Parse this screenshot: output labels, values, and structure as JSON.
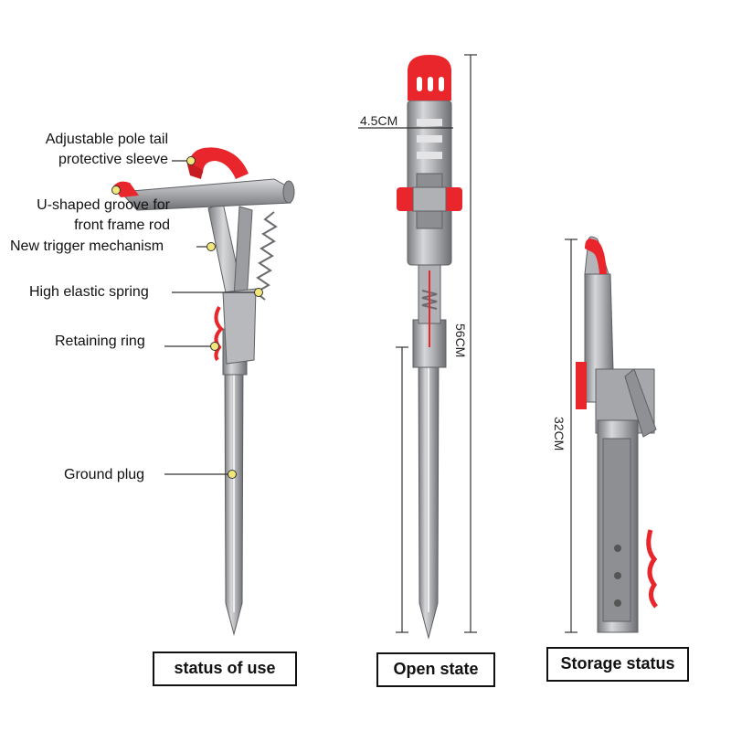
{
  "labels": {
    "sleeve_line1": "Adjustable pole tail",
    "sleeve_line2": "protective sleeve",
    "groove_line1": "U-shaped groove for",
    "groove_line2": "front frame rod",
    "trigger": "New trigger mechanism",
    "spring": "High elastic spring",
    "ring": "Retaining ring",
    "plug": "Ground plug"
  },
  "dimensions": {
    "width": "4.5CM",
    "open_length": "56CM",
    "storage_length": "32CM"
  },
  "captions": {
    "use": "status of use",
    "open": "Open state",
    "storage": "Storage status"
  },
  "colors": {
    "accent_red": "#e8262b",
    "steel": "#a9aaad",
    "steel_dark": "#6f7074",
    "marker_yellow": "#f3e77a"
  }
}
